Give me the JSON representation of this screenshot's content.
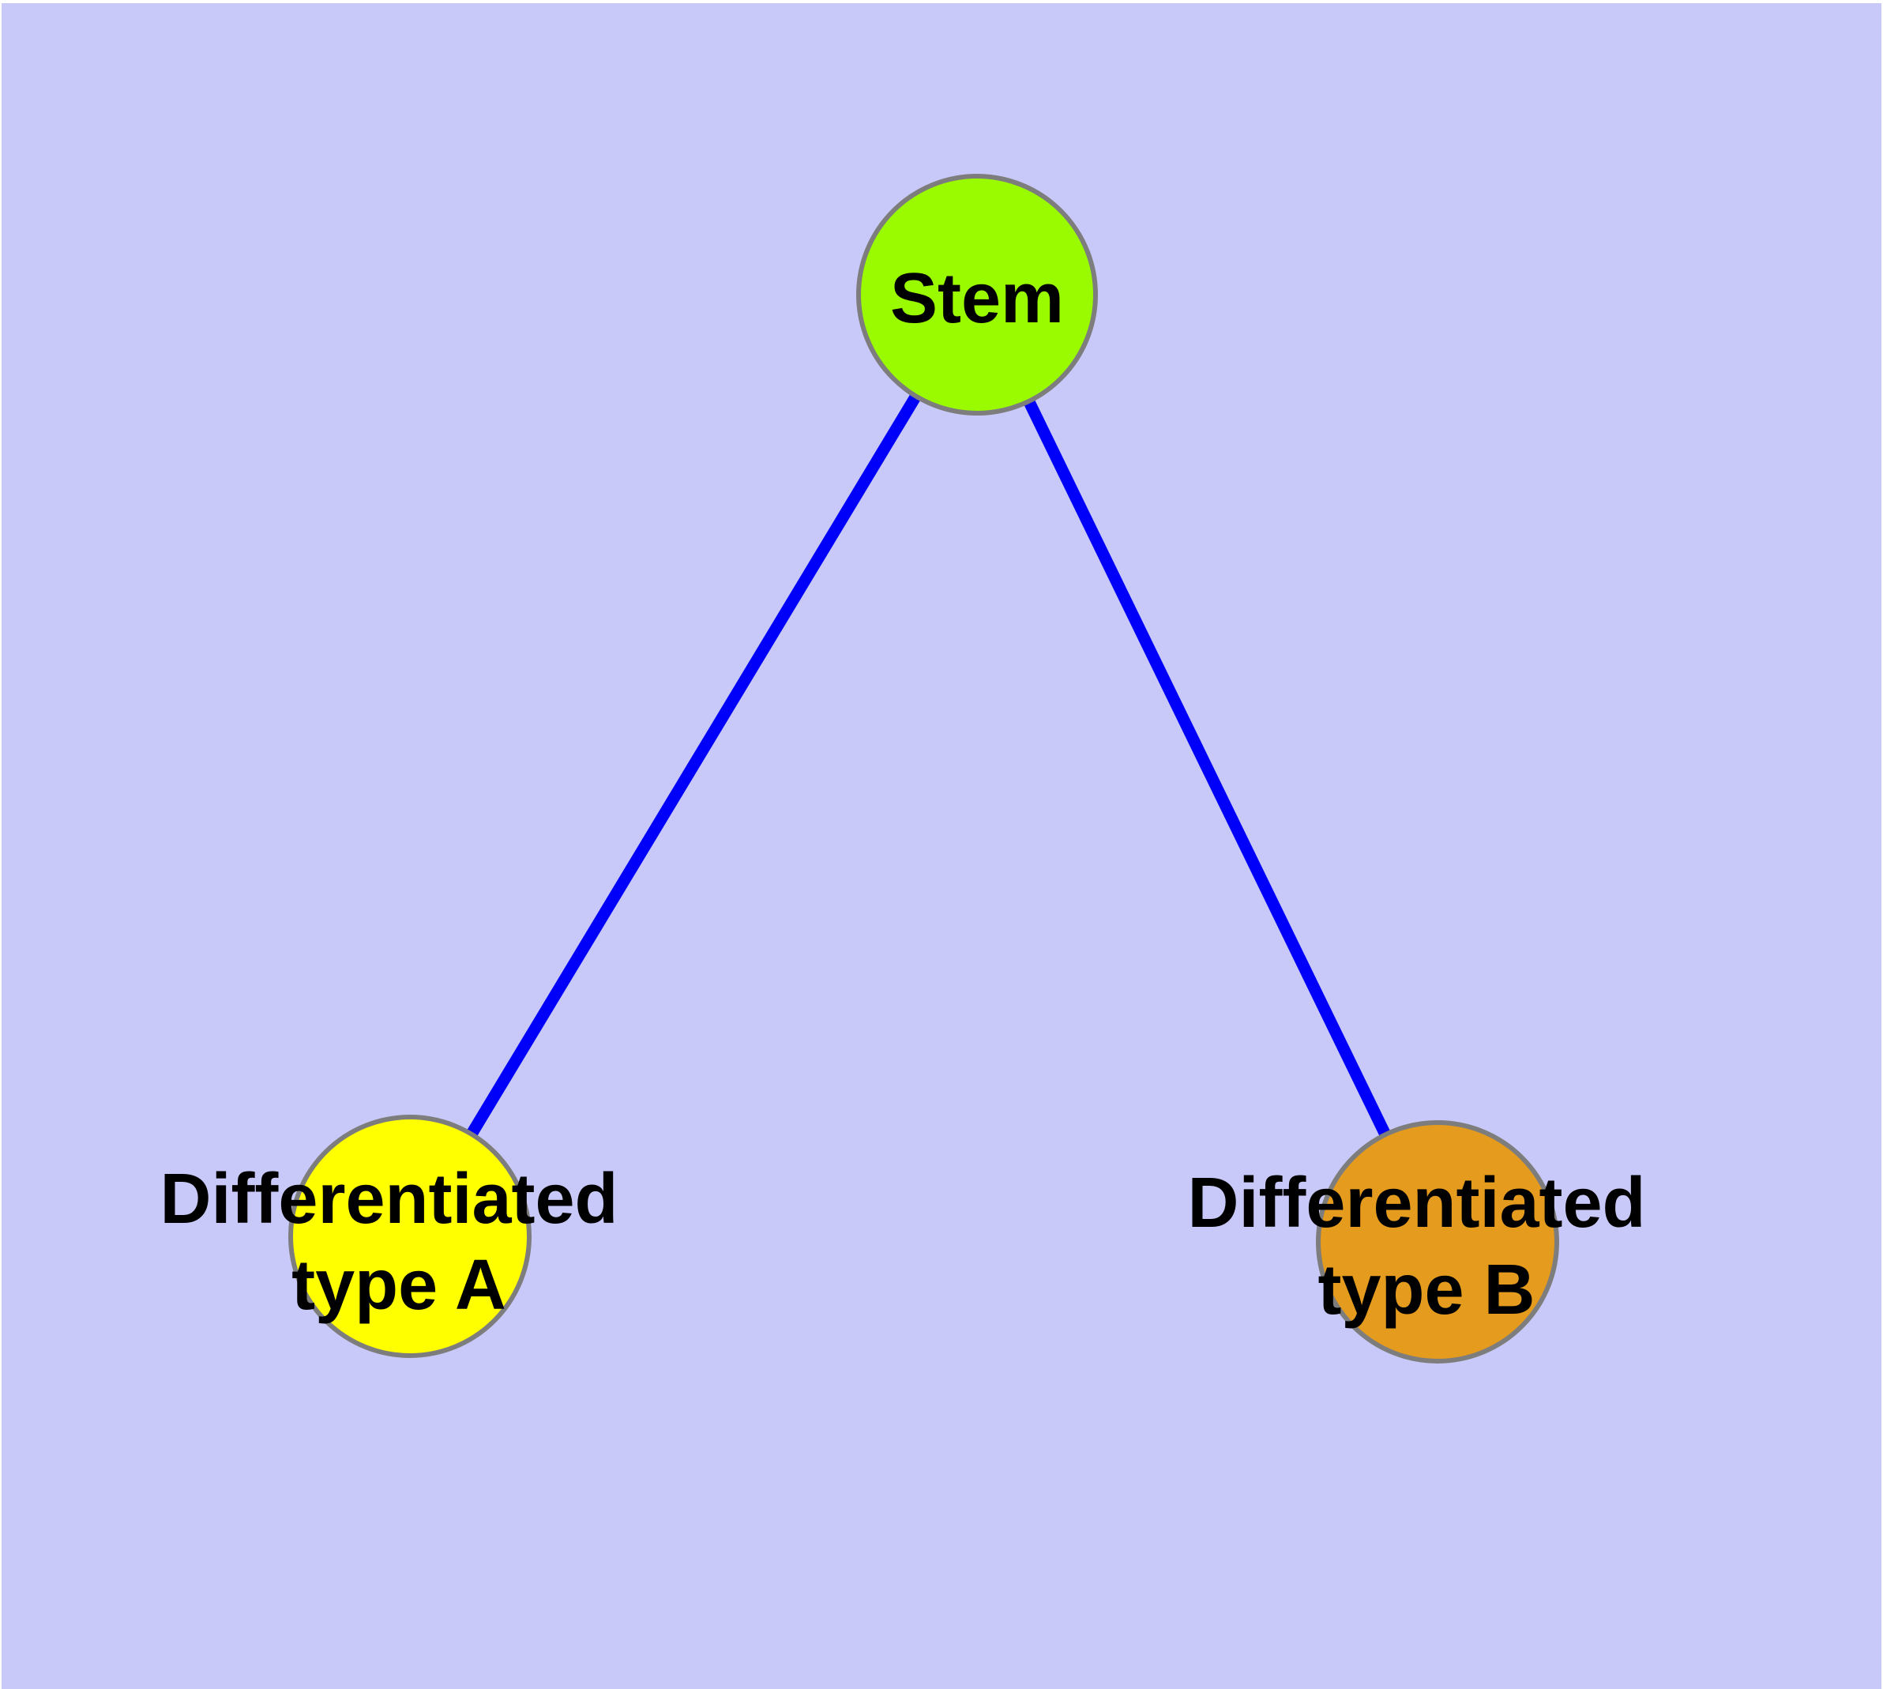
{
  "diagram": {
    "description_visible": false,
    "background_color": "#C9C9F9",
    "frame_color": "#FFFFFF",
    "colors": {
      "edge": "#0000FA",
      "node_border": "#7D7D7D",
      "label_text": "#000000"
    },
    "nodes": {
      "stem": {
        "label": "Stem",
        "color": "#9AFB00"
      },
      "type_a": {
        "lines": [
          "Differentiated",
          "type A"
        ],
        "color": "#FFFF00"
      },
      "type_b": {
        "lines": [
          "Differentiated",
          "type B"
        ],
        "color": "#E49B1E"
      }
    },
    "edges": [
      {
        "from": "Stem",
        "to": "Differentiated type A"
      },
      {
        "from": "Stem",
        "to": "Differentiated type B"
      }
    ]
  }
}
